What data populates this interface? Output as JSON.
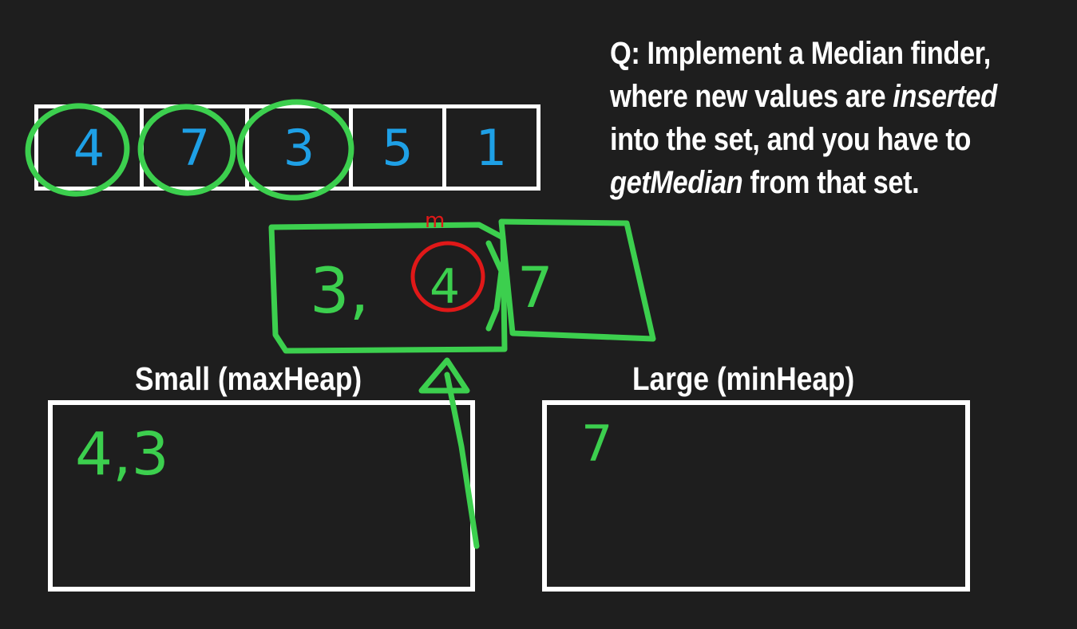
{
  "question": {
    "prefix": "Q: Implement a Median finder, where new values are ",
    "emph1": "inserted",
    "middle": " into the set, and you have to ",
    "emph2": "getMedian",
    "suffix": " from that set."
  },
  "array": [
    "4",
    "7",
    "3",
    "5",
    "1"
  ],
  "heaps": {
    "small": {
      "title": "Small (maxHeap)",
      "contents": "4,3"
    },
    "large": {
      "title": "Large (minHeap)",
      "contents": "7"
    }
  },
  "annotations": {
    "merged_left_first": "3,",
    "merged_left_median": "4",
    "merged_right": "7",
    "median_marker": "m"
  },
  "colors": {
    "background": "#1e1e1e",
    "array_digits": "#1ea0e6",
    "ink_green": "#3ccf4e",
    "ink_red": "#e01818",
    "box_border": "#ffffff"
  }
}
